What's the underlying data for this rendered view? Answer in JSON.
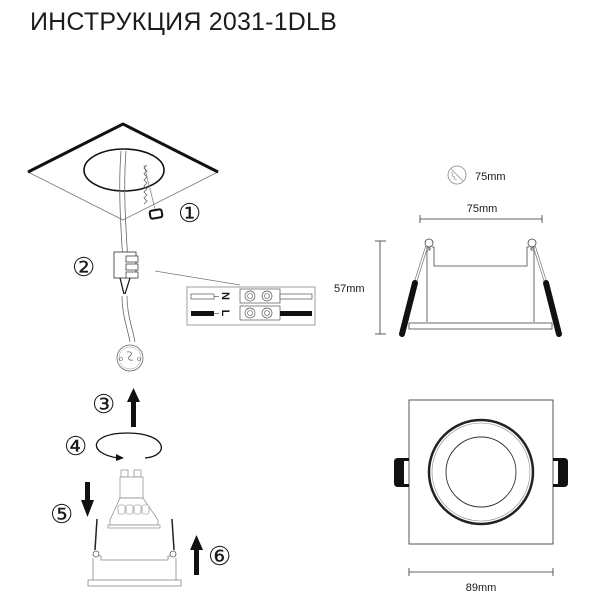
{
  "title": "ИНСТРУКЦИЯ 2031-1DLB",
  "steps": [
    {
      "number": "1",
      "glyph": "①",
      "description": "cut-hole-in-ceiling"
    },
    {
      "number": "2",
      "glyph": "②",
      "description": "connect-wires-terminal"
    },
    {
      "number": "3",
      "glyph": "③",
      "description": "push-socket-up"
    },
    {
      "number": "4",
      "glyph": "④",
      "description": "rotate-lamp"
    },
    {
      "number": "5",
      "glyph": "⑤",
      "description": "insert-lamp-down"
    },
    {
      "number": "6",
      "glyph": "⑥",
      "description": "push-fixture-up"
    }
  ],
  "wiring": {
    "neutral_label": "N",
    "live_label": "L"
  },
  "dimensions": {
    "cutout_diameter": "75mm",
    "body_width": "75mm",
    "height": "57mm",
    "outer_width": "89mm"
  },
  "colors": {
    "line": "#1a1a1a",
    "thin_line": "#555555",
    "background": "#ffffff"
  }
}
